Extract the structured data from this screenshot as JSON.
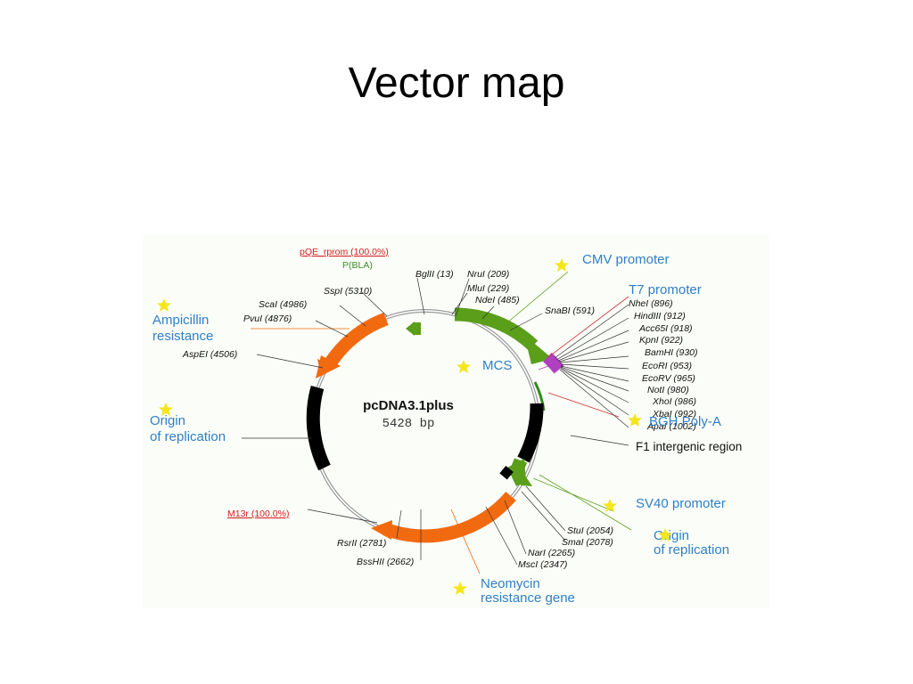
{
  "title": "Vector map",
  "plasmid": {
    "name": "pcDNA3.1plus",
    "size": "5428 bp"
  },
  "features": {
    "cmv": "CMV promoter",
    "t7": "T7 promoter",
    "mcs": "MCS",
    "bgh": "BGH Poly-A",
    "f1": "F1 intergenic region",
    "sv40": "SV40 promoter",
    "ori2_line1": "Origin",
    "ori2_line2": "of replication",
    "neo_line1": "Neomycin",
    "neo_line2": "resistance gene",
    "amp_line1": "Ampicillin",
    "amp_line2": "resistance",
    "ori1_line1": "Origin",
    "ori1_line2": "of replication"
  },
  "labels": {
    "pqe": "pQE_rprom (100.0%)",
    "pbla": "P(BLA)",
    "m13r": "M13r (100.0%)"
  },
  "sites": {
    "bglii": "BglII (13)",
    "nrui": "NruI (209)",
    "mlui": "MluI (229)",
    "ndei": "NdeI (485)",
    "snabi": "SnaBI (591)",
    "sspi": "SspI (5310)",
    "scai": "ScaI (4986)",
    "pvui": "PvuI (4876)",
    "aspei": "AspEI (4506)",
    "nhei": "NheI (896)",
    "hindiii": "HindIII (912)",
    "acc65i": "Acc65I (918)",
    "kpni": "KpnI (922)",
    "bamhi": "BamHI (930)",
    "ecori": "EcoRI (953)",
    "ecorv": "EcoRV (965)",
    "noti": "NotI (980)",
    "xhoi": "XhoI (986)",
    "xbai": "XbaI (992)",
    "apai": "ApaI (1002)",
    "stui": "StuI (2054)",
    "smai": "SmaI (2078)",
    "nari": "NarI (2265)",
    "msci": "MscI (2347)",
    "rsrii": "RsrII (2781)",
    "bsshii": "BssHII (2662)"
  },
  "colors": {
    "promoter_green": "#5a9e1a",
    "resistance_orange": "#f26a10",
    "mcs_purple": "#b040c0",
    "feature_blue": "#2f7fc7",
    "star_yellow": "#f4e61a",
    "label_red": "#d42020"
  }
}
